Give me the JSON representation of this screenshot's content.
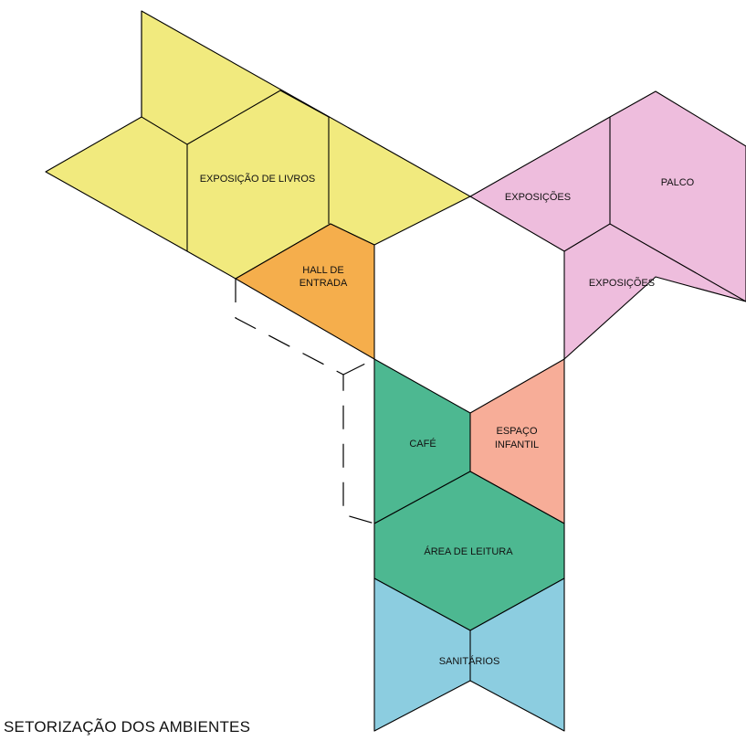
{
  "caption": "SETORIZAÇÃO DOS AMBIENTES",
  "zones": {
    "livros": {
      "label": "EXPOSIÇÃO DE LIVROS",
      "color": "#f1ea7e"
    },
    "hall": {
      "label_lines": [
        "HALL DE",
        "ENTRADA"
      ],
      "color": "#f5ae4c"
    },
    "exposicoes_1": {
      "label": "EXPOSIÇÕES",
      "color": "#eebddd"
    },
    "palco": {
      "label": "PALCO",
      "color": "#eebddd"
    },
    "exposicoes_2": {
      "label": "EXPOSIÇÕES",
      "color": "#eebddd"
    },
    "cafe": {
      "label": "CAFÉ",
      "color": "#4db891"
    },
    "espaco_infantil": {
      "label_lines": [
        "ESPAÇO",
        "INFANTIL"
      ],
      "color": "#f7ad98"
    },
    "area_leitura": {
      "label": "ÁREA DE LEITURA",
      "color": "#4db891"
    },
    "sanitarios": {
      "label": "SANITÁRIOS",
      "color": "#8ccde0"
    }
  }
}
